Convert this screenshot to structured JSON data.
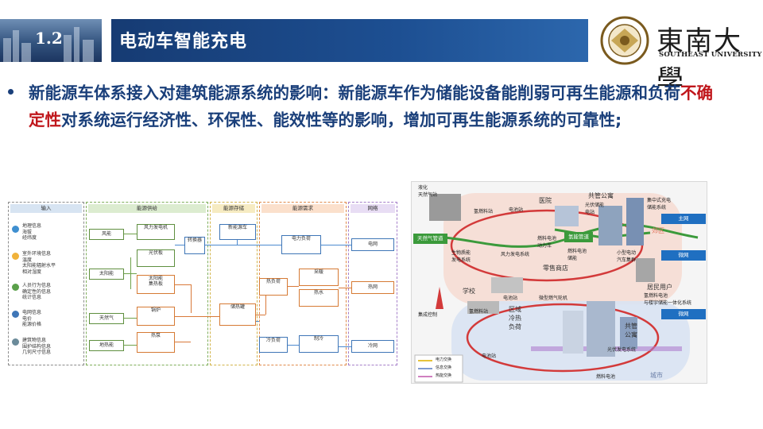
{
  "header": {
    "section_number": "1.2",
    "title": "电动车智能充电",
    "logo_cn": "東南大學",
    "logo_en": "SOUTHEAST UNIVERSITY"
  },
  "bullet": {
    "part1": "新能源车体系接入对建筑能源系统的影响：新能源车作为储能设备能削弱可再生能源和负荷",
    "highlight": "不确定性",
    "part2": "对系统运行经济性、环保性、能效性等的影响，增加可再生能源系统的可靠性;"
  },
  "left_diagram": {
    "sections": {
      "input": "输入",
      "supply": "能源供给",
      "storage": "能源存储",
      "demand": "能源需求",
      "grid": "网络"
    },
    "inputs": [
      {
        "lines": [
          "地理信息",
          "海拔",
          "经纬度"
        ]
      },
      {
        "lines": [
          "室外环境信息",
          "温度",
          "太阳能辐射水平",
          "相对湿度"
        ]
      },
      {
        "lines": [
          "人员行为信息",
          "确定性的信息",
          "统计信息"
        ]
      },
      {
        "lines": [
          "电网信息",
          "电价",
          "能源价格"
        ]
      },
      {
        "lines": [
          "建筑物信息",
          "围护结构信息",
          "几何尺寸信息"
        ]
      }
    ],
    "sources": {
      "wind": "风能",
      "solar": "太阳能",
      "gas": "天然气",
      "geo": "地热能"
    },
    "converters": {
      "wind_turbine": "风力发电机",
      "pv": "光伏板",
      "solar_collector": [
        "太阳能",
        "集热板"
      ],
      "boiler": "锅炉",
      "heat_pump": "热泵",
      "inverter": "转换器"
    },
    "storage": {
      "ev": "新能源车",
      "thermal": "储热罐"
    },
    "demand": {
      "power_load": "电力负荷",
      "heat_load": "热负荷",
      "heating": "采暖",
      "hot_water": "热水",
      "cooling_load": "冷负荷",
      "refrigeration": "制冷"
    },
    "grid": {
      "power": "电网",
      "heat": "热网",
      "cold": "冷网"
    }
  },
  "right_diagram": {
    "labels": {
      "lng_station": [
        "液化",
        "天然气站"
      ],
      "h2_station_top": "氢燃料站",
      "charge_station_top": "电池站",
      "hospital": "医院",
      "shared_apt_top": "共管公寓",
      "pv_station_top": [
        "光伏储能",
        "电站"
      ],
      "central_storage": [
        "集中式充电",
        "储能系统"
      ],
      "suburb": "郊区",
      "gas_pipe": "天然气管道",
      "h2_pipe": "氢能管道",
      "fuel_cell_top": [
        "燃料电池",
        "动力车"
      ],
      "bio_gen": [
        "生物质能",
        "发电系统"
      ],
      "wind_gen": "风力发电系统",
      "charge_station2": [
        "燃料电池",
        "储能"
      ],
      "small_ev": [
        "小型电动",
        "汽车集群"
      ],
      "retail": "零售商店",
      "school": "学校",
      "residential": "居民用户",
      "residential_sub": [
        "氢燃料电池",
        "与楼宇储能一体化系统"
      ],
      "gas_turbine": "微型燃气轮机",
      "charge_station_mid": "电池站",
      "centralized_control": "集成控制",
      "h2_station_bottom": "氢燃料站",
      "district": [
        "区域",
        "冷热",
        "负荷"
      ],
      "shared_apt_bottom": [
        "共管",
        "公寓"
      ],
      "pv_bottom": "光伏发电系统",
      "charge_station_bottom": "电池站",
      "urban": "城市",
      "fuel_cell_bottom": "燃料电池",
      "main_grid": "主网",
      "micro_grid_top": "微网",
      "micro_grid_bottom": "微网",
      "legend_power": "电力交换",
      "legend_info": "信息交换",
      "legend_heat": "热能交换"
    }
  },
  "colors": {
    "title_bar": "#1d4f92",
    "text_blue": "#1a3f7a",
    "highlight_red": "#c0171c",
    "grid_tag": "#1f6fc1",
    "pipe_green": "#3b9a3b"
  }
}
